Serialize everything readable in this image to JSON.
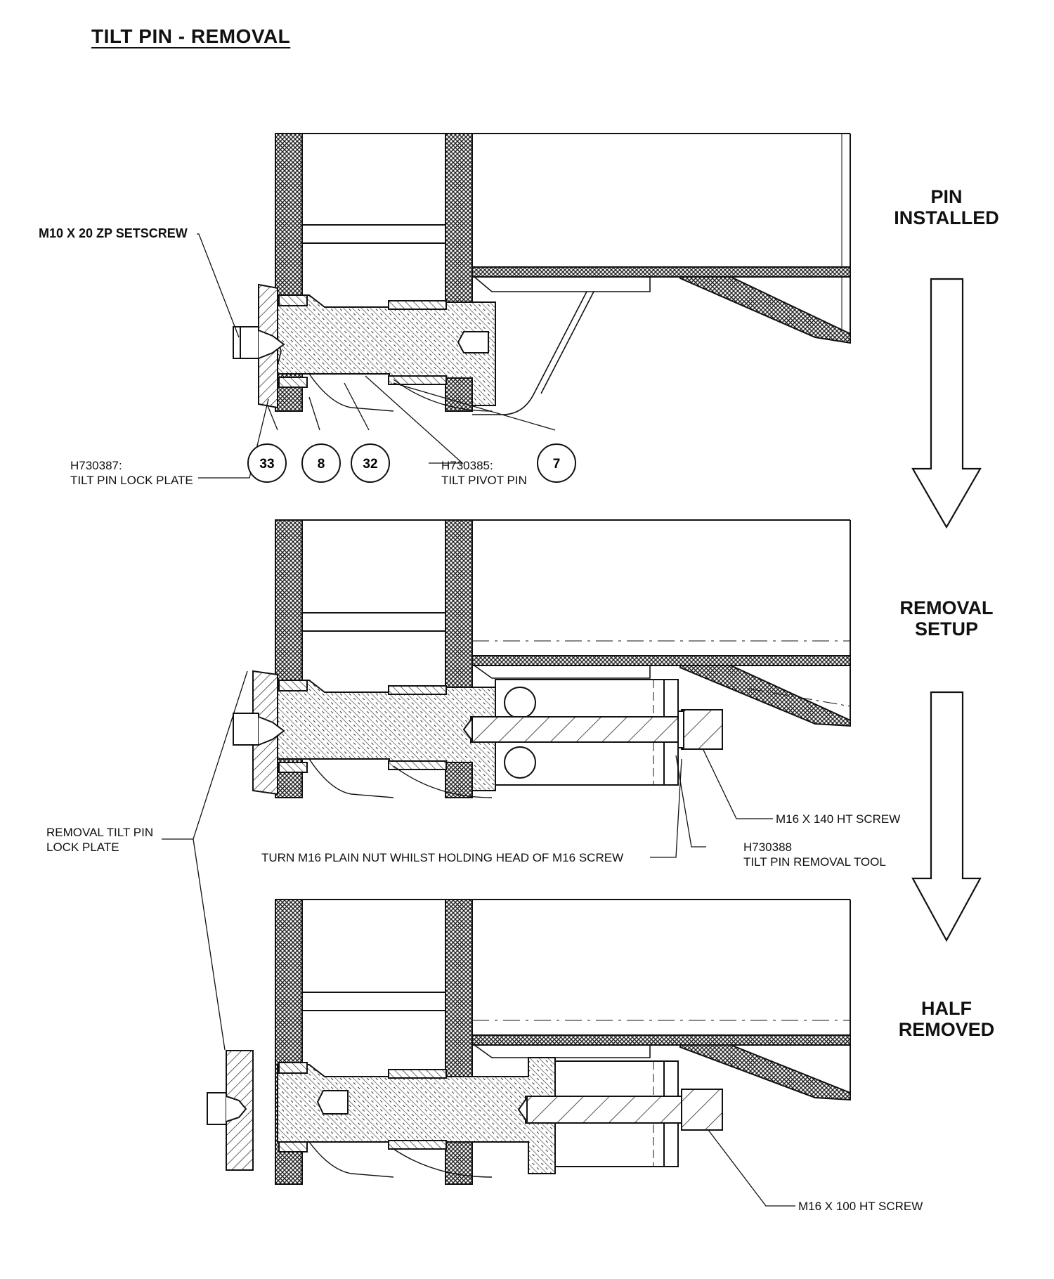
{
  "title": "TILT PIN - REMOVAL",
  "stages": {
    "installed": "PIN\nINSTALLED",
    "setup": "REMOVAL\nSETUP",
    "half": "HALF\nREMOVED"
  },
  "labels": {
    "setscrew": "M10 X 20 ZP SETSCREW",
    "lock_plate": "H730387:\nTILT PIN LOCK PLATE",
    "pivot_pin": "H730385:\nTILT PIVOT PIN",
    "removal_lock_plate": "REMOVAL TILT PIN\nLOCK PLATE",
    "screw_140": "M16 X 140 HT SCREW",
    "turn_nut": "TURN M16 PLAIN NUT WHILST HOLDING HEAD OF M16 SCREW",
    "removal_tool": "H730388\nTILT PIN REMOVAL TOOL",
    "screw_100": "M16 X 100 HT SCREW"
  },
  "balloons": [
    "33",
    "8",
    "32",
    "7"
  ]
}
